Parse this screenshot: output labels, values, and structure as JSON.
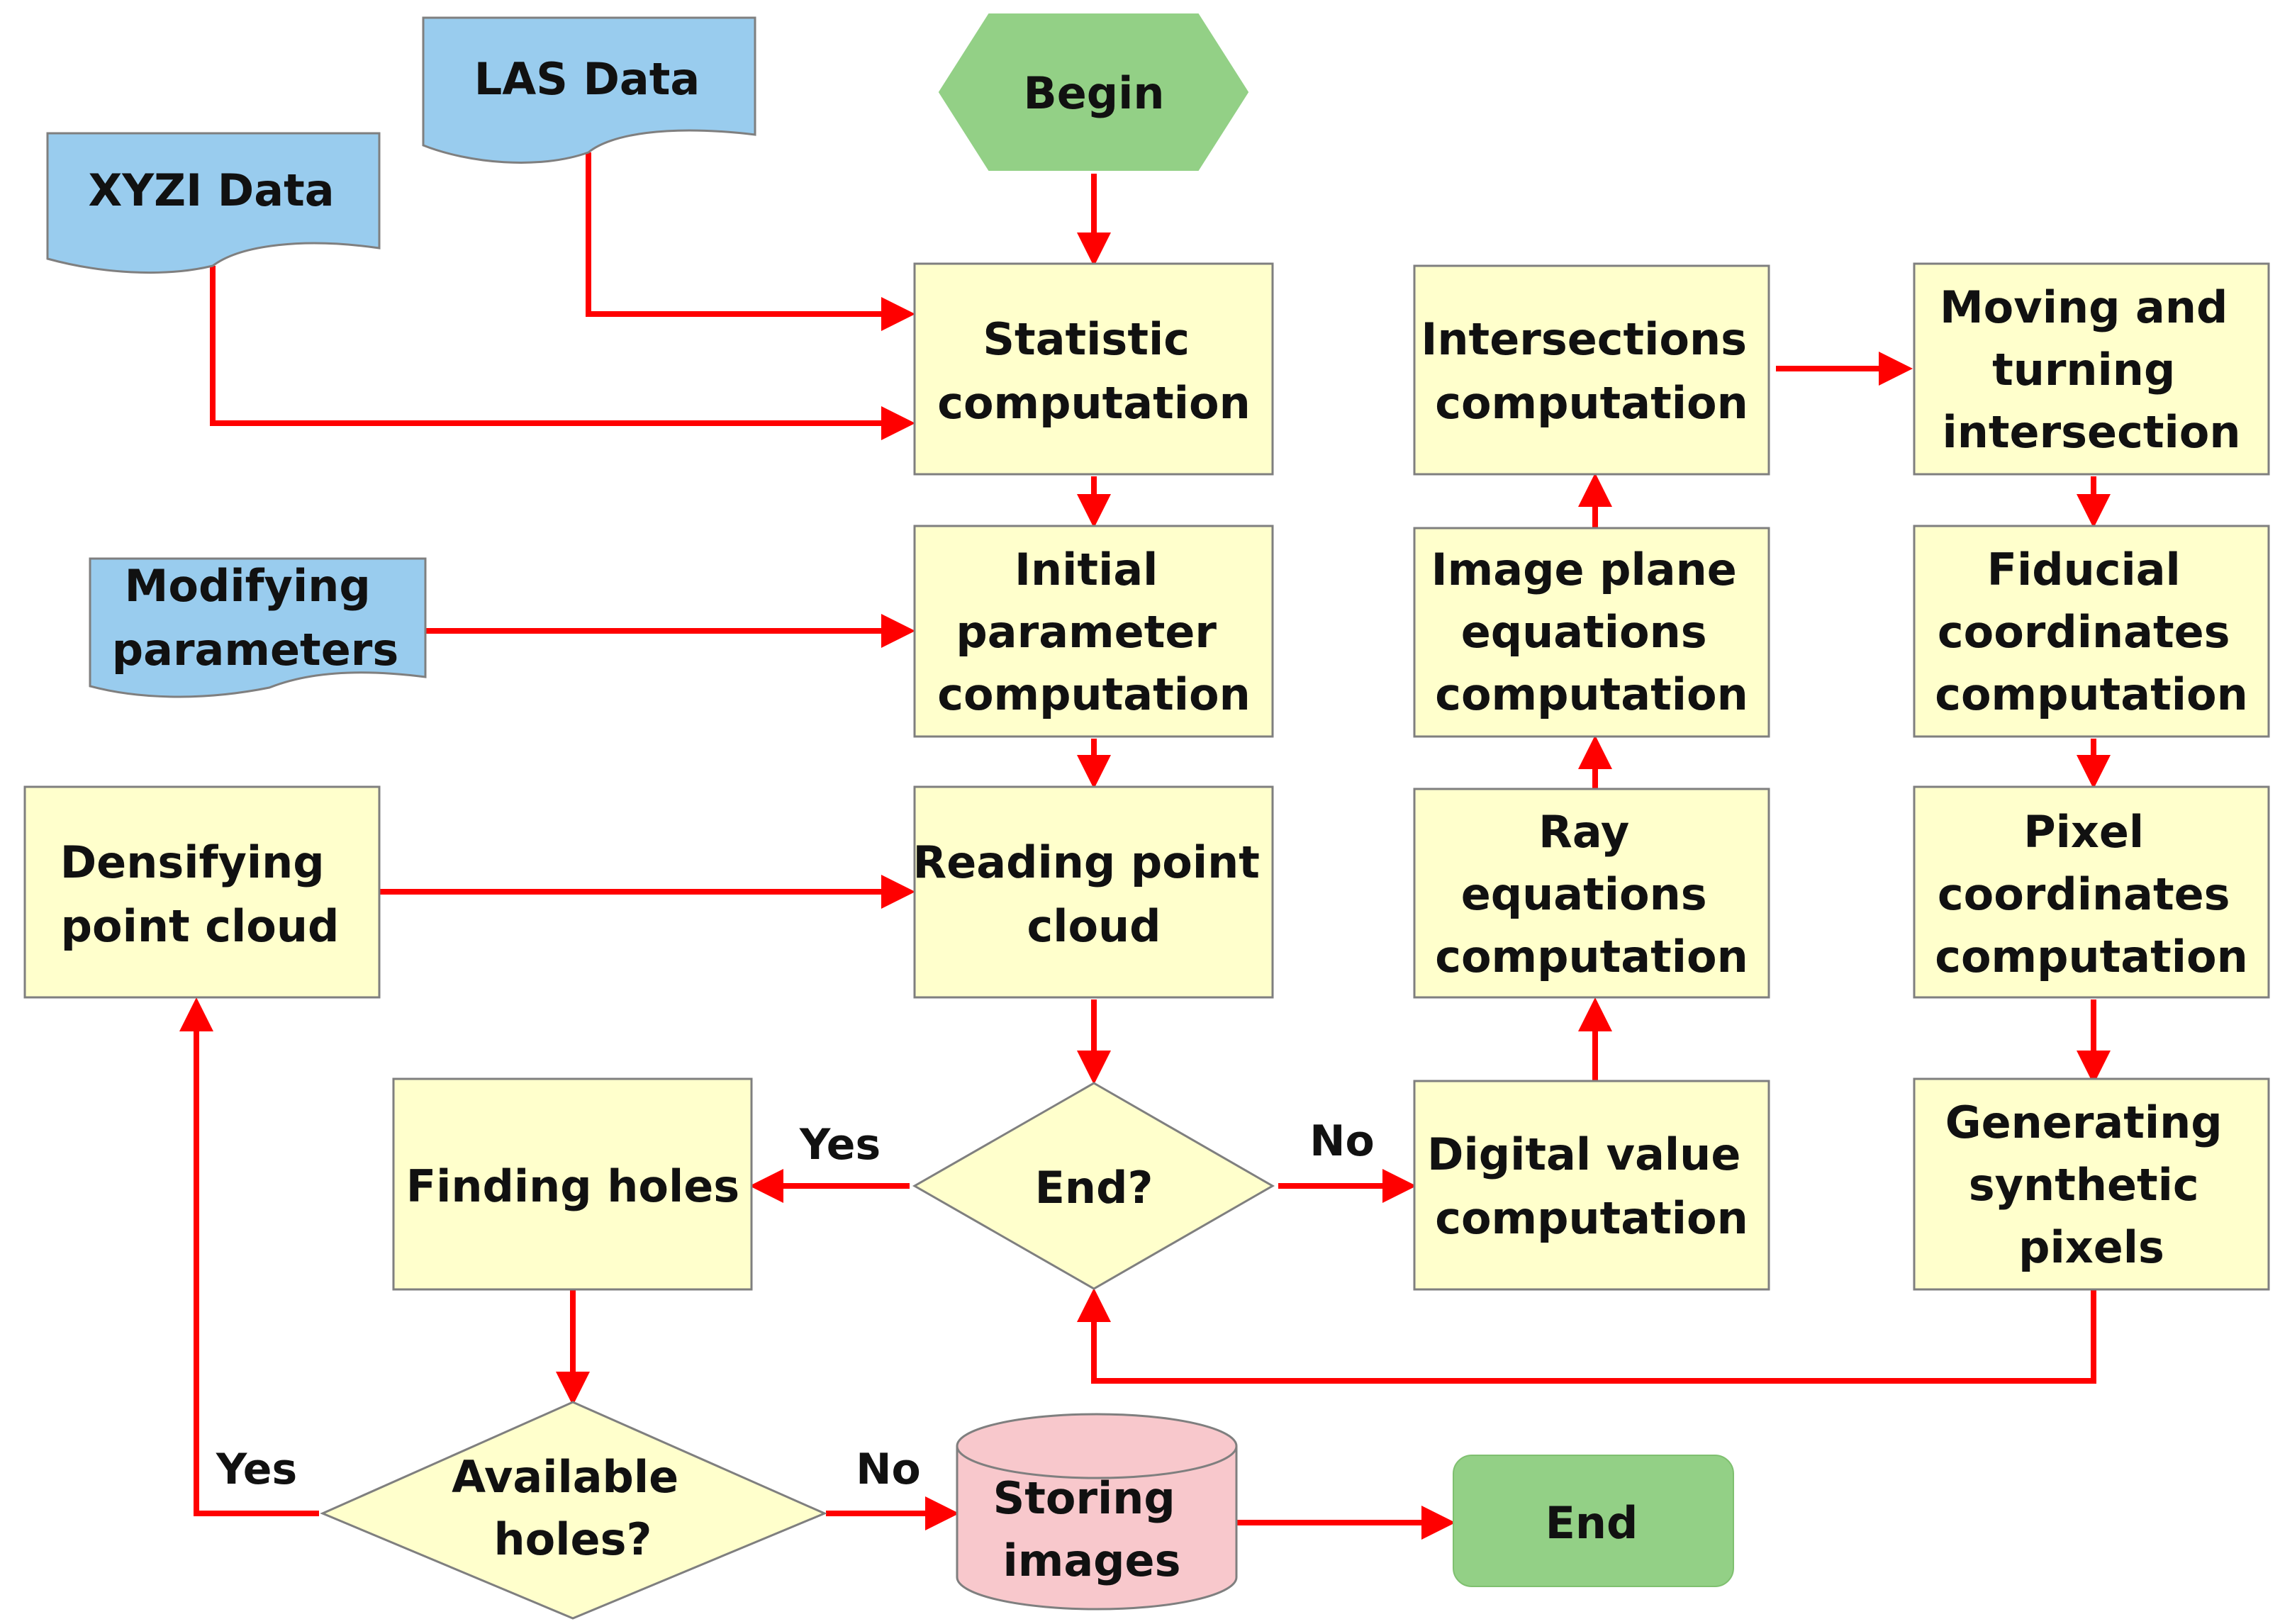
{
  "colors": {
    "process_fill": "#ffffcc",
    "decision_fill": "#ffffcc",
    "data_fill": "#99ccee",
    "terminal_fill": "#93d086",
    "storage_fill": "#f8c8cc",
    "arrow": "#ff0000",
    "border": "#7f7f7f"
  },
  "nodes": {
    "begin": {
      "lines": [
        "Begin"
      ]
    },
    "las_data": {
      "lines": [
        "LAS Data"
      ]
    },
    "xyzi_data": {
      "lines": [
        "XYZI Data"
      ]
    },
    "statistic": {
      "lines": [
        "Statistic",
        "computation"
      ]
    },
    "modifying": {
      "lines": [
        "Modifying",
        "parameters"
      ]
    },
    "initial_param": {
      "lines": [
        "Initial",
        "parameter",
        "computation"
      ]
    },
    "densifying": {
      "lines": [
        "Densifying",
        "point cloud"
      ]
    },
    "reading": {
      "lines": [
        "Reading point",
        "cloud"
      ]
    },
    "end_decision": {
      "lines": [
        "End?"
      ]
    },
    "finding_holes": {
      "lines": [
        "Finding holes"
      ]
    },
    "available_holes": {
      "lines": [
        "Available",
        "holes?"
      ]
    },
    "storing_images": {
      "lines": [
        "Storing",
        "images"
      ]
    },
    "end_terminal": {
      "lines": [
        "End"
      ]
    },
    "intersections": {
      "lines": [
        "Intersections",
        "computation"
      ]
    },
    "image_plane": {
      "lines": [
        "Image plane",
        "equations",
        "computation"
      ]
    },
    "ray_eq": {
      "lines": [
        "Ray",
        "equations",
        "computation"
      ]
    },
    "digital_value": {
      "lines": [
        "Digital value",
        "computation"
      ]
    },
    "moving_turning": {
      "lines": [
        "Moving and",
        "turning",
        "intersection"
      ]
    },
    "fiducial": {
      "lines": [
        "Fiducial",
        "coordinates",
        "computation"
      ]
    },
    "pixel_coords": {
      "lines": [
        "Pixel",
        "coordinates",
        "computation"
      ]
    },
    "generating": {
      "lines": [
        "Generating",
        "synthetic",
        "pixels"
      ]
    }
  },
  "edge_labels": {
    "end_yes": "Yes",
    "end_no": "No",
    "holes_yes": "Yes",
    "holes_no": "No"
  }
}
